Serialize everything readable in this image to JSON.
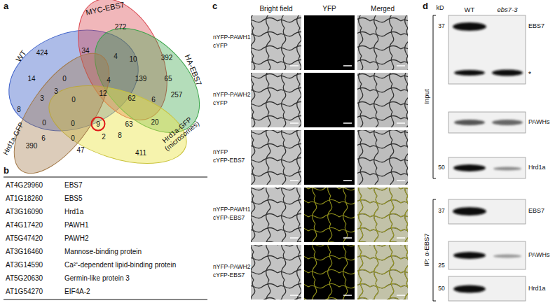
{
  "diagram": {
    "labels": [
      "a",
      "WT",
      "MYC-EBS7",
      "HA-EBS7",
      "Hrd1a-GFP (microsomes)",
      "Hrd1a-GFP",
      "424",
      "272",
      "34",
      "4",
      "10",
      "392",
      "257",
      "14",
      "0",
      "4",
      "139",
      "65",
      "3",
      "3",
      "0",
      "12",
      "62",
      "6",
      "8",
      "0",
      "0",
      "9",
      "63",
      "20",
      "6",
      "0",
      "2",
      "47",
      "8",
      "390",
      "411",
      "b",
      "AT4G29960",
      "EBS7",
      "AT1G18260",
      "EBS5",
      "AT3G16090",
      "Hrd1a",
      "AT4G17420",
      "PAWH1",
      "AT5G47420",
      "PAWH2",
      "AT3G16460",
      "Mannose-binding protein",
      "AT3G14590",
      "Ca²⁺-dependent lipid-binding protein",
      "AT5G20630",
      "Germin-like protein 3",
      "AT1G54270",
      "EIF4A-2",
      "c",
      "Bright field",
      "YFP",
      "Merged",
      "nYFP-PAWH1",
      "cYFP",
      "nYFP-PAWH2",
      "cYFP",
      "nYFP",
      "cYFP-EBS7",
      "nYFP-PAWH1",
      "cYFP-EBS7",
      "nYFP-PAWH2",
      "cYFP-EBS7",
      "d",
      "kD",
      "WT",
      "ebs7-3",
      "Input",
      "IP: α-EBS7",
      "37",
      "50",
      "37",
      "25",
      "50",
      "EBS7",
      "*",
      "PAWHs",
      "Hrd1a",
      "EBS7",
      "PAWHs",
      "Hrd1a"
    ]
  }
}
